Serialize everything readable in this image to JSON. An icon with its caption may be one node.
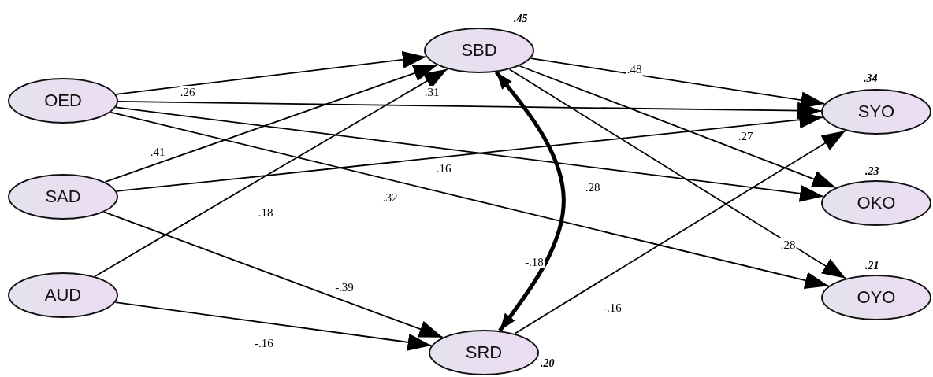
{
  "diagram": {
    "nodes": [
      {
        "text": [
          "OED"
        ]
      },
      {
        "text": [
          "SAD"
        ]
      },
      {
        "text": [
          "AUD"
        ]
      },
      {
        "text": [
          "SBD"
        ],
        "beside": [
          ".45"
        ]
      },
      {
        "text": [
          "SRD"
        ],
        "beside": [
          ".20"
        ]
      },
      {
        "text": [
          "SYO"
        ],
        "beside": [
          ".34"
        ]
      },
      {
        "text": [
          "OKO"
        ],
        "beside": [
          ".23"
        ]
      },
      {
        "text": [
          "OYO"
        ],
        "beside": [
          ".21"
        ]
      }
    ],
    "edges": [
      {
        "from": 0,
        "to": 3,
        "arrow": "to",
        "label": ".26"
      },
      {
        "from": 0,
        "to": 5,
        "arrow": "to",
        "label": ".31"
      },
      {
        "from": 0,
        "to": 6,
        "arrow": "to",
        "label": ".28"
      },
      {
        "from": 0,
        "to": 7,
        "arrow": "to",
        "label": ".32"
      },
      {
        "from": 1,
        "to": 3,
        "arrow": "to",
        "label": ".41"
      },
      {
        "from": 1,
        "to": 5,
        "arrow": "to",
        "label": ".16"
      },
      {
        "from": 1,
        "to": 4,
        "arrow": "to",
        "label": "-.39"
      },
      {
        "from": 2,
        "to": 3,
        "arrow": "to",
        "label": ".18"
      },
      {
        "from": 2,
        "to": 4,
        "arrow": "to",
        "label": "-.16"
      },
      {
        "from": 3,
        "to": 5,
        "arrow": "to",
        "label": ".48"
      },
      {
        "from": 3,
        "to": 6,
        "arrow": "to",
        "label": ".27"
      },
      {
        "from": 3,
        "to": 7,
        "arrow": "to",
        "label": ".28"
      },
      {
        "from": 3,
        "to": 4,
        "arrow": "both",
        "label": "-.18",
        "style": "thick"
      },
      {
        "from": 4,
        "to": 5,
        "arrow": "to",
        "label": "-.16"
      }
    ]
  }
}
